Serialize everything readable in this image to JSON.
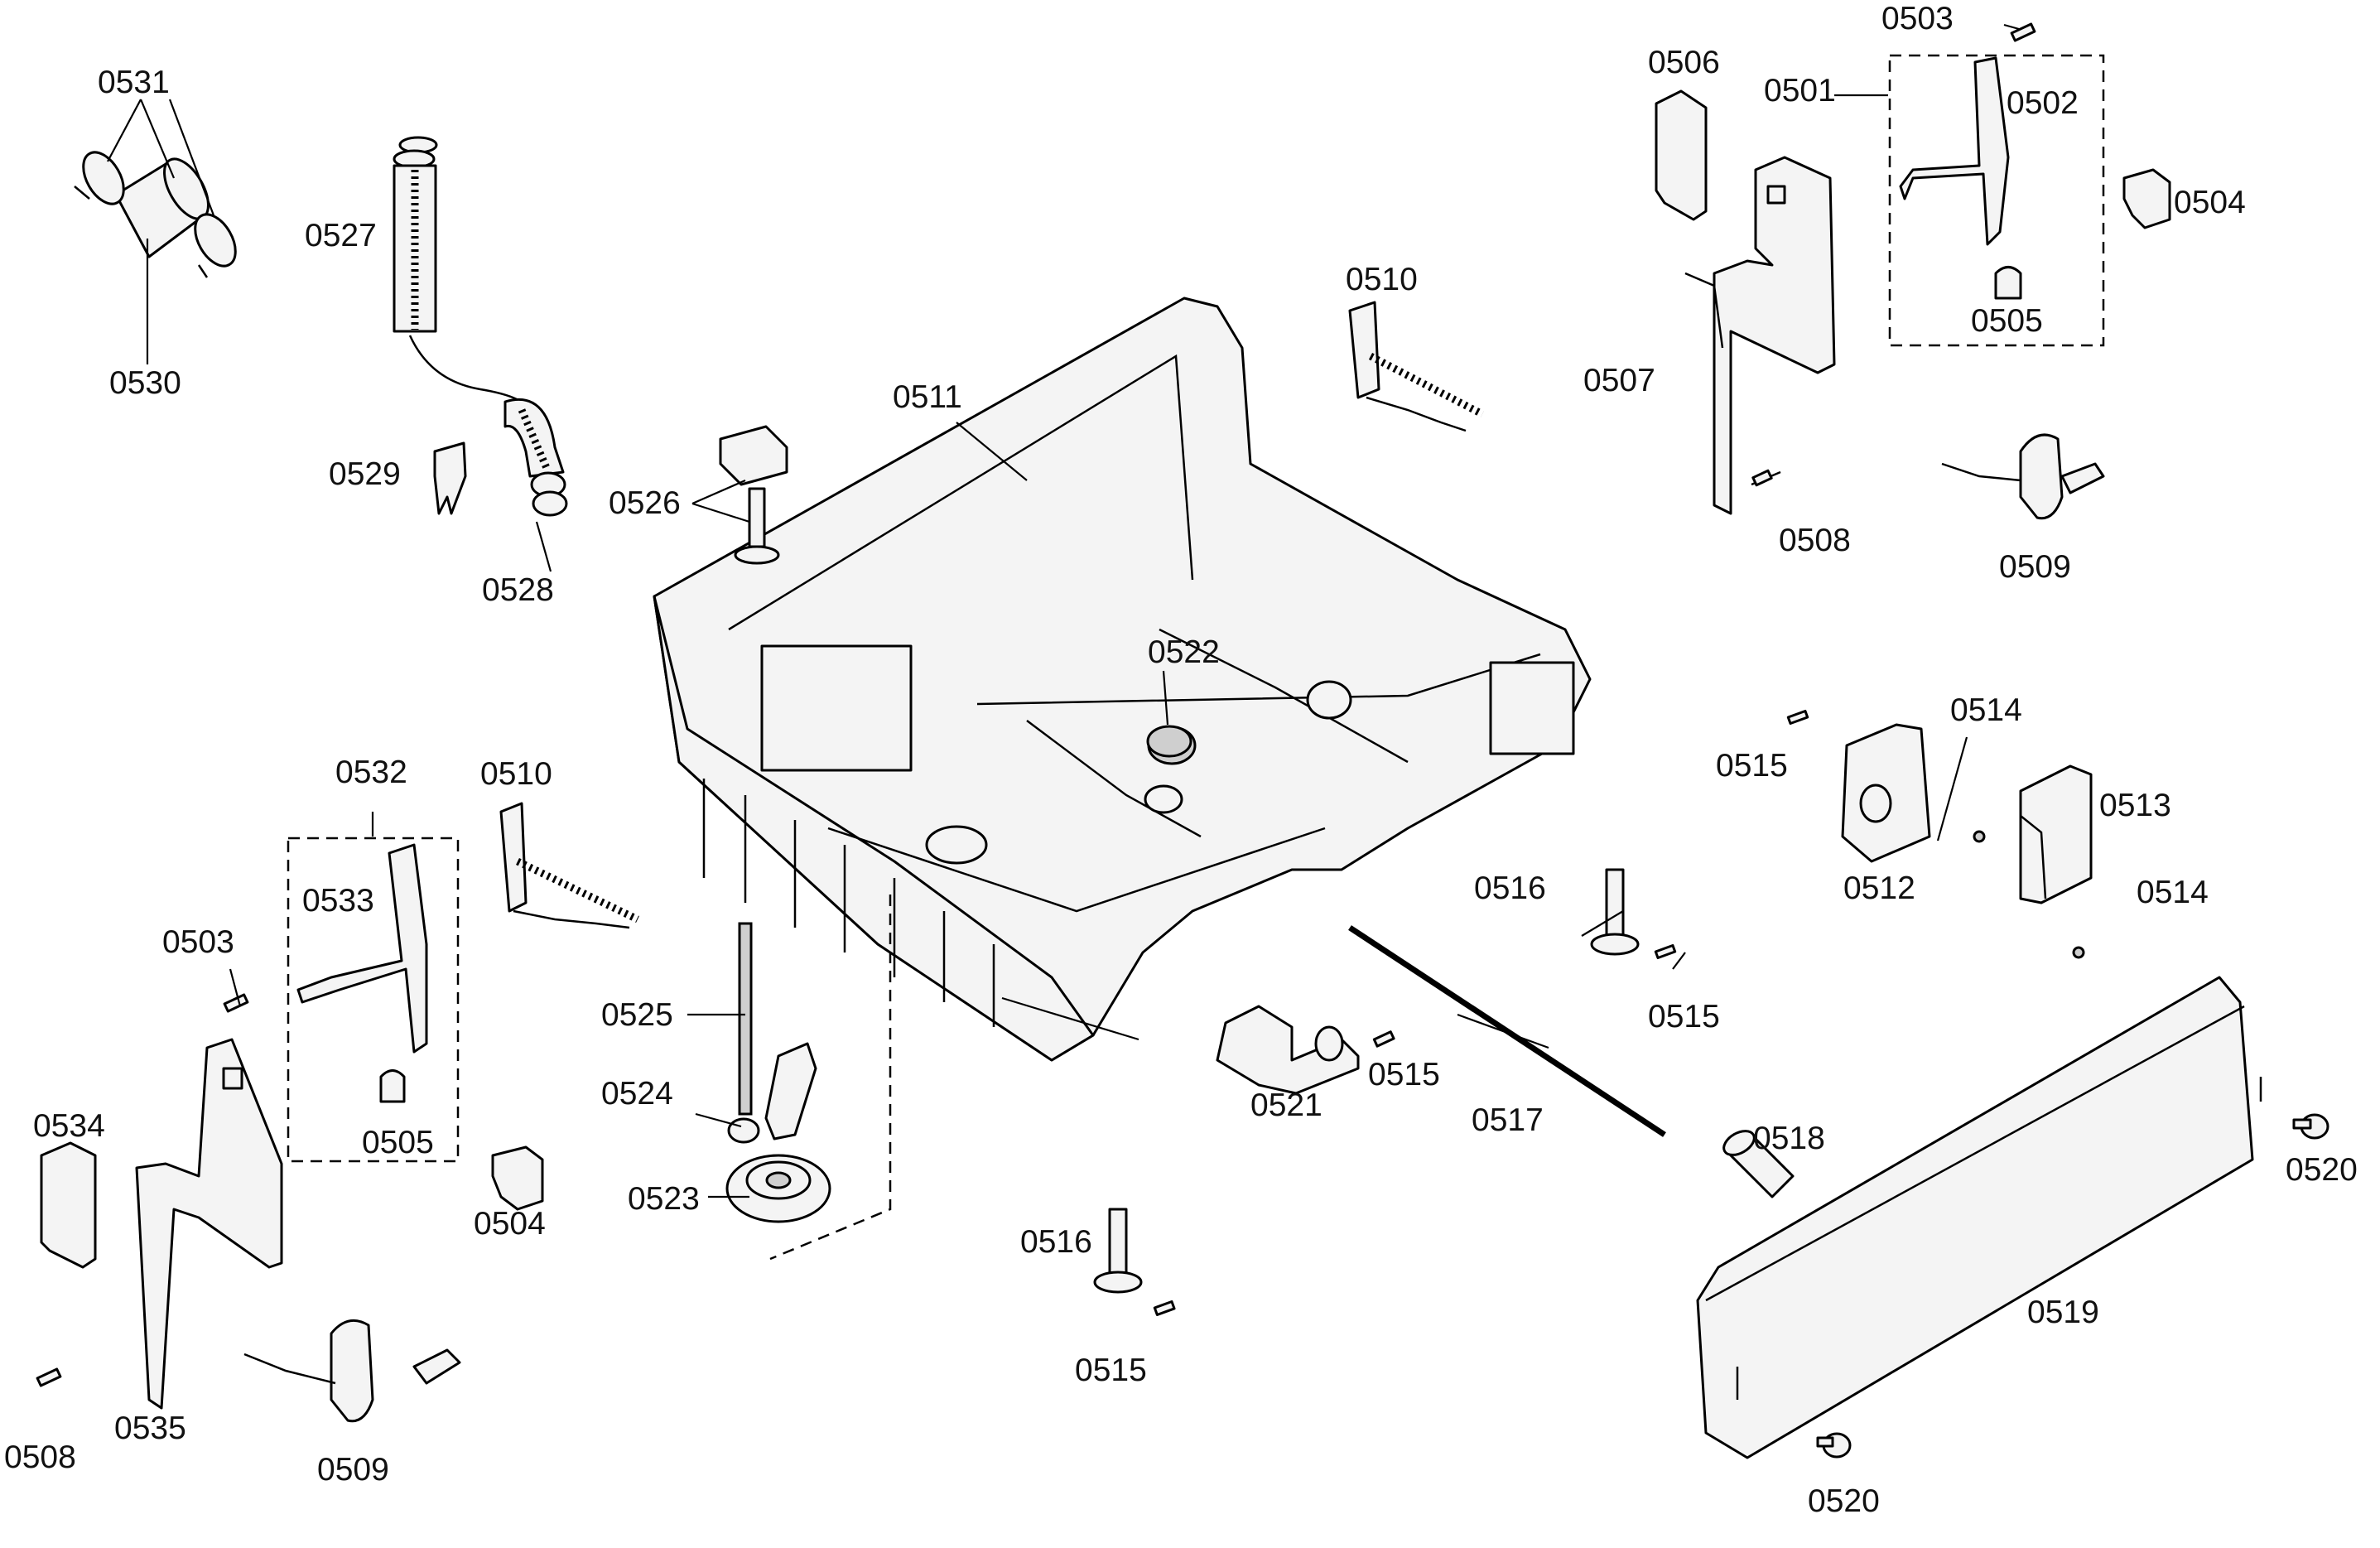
{
  "diagram": {
    "labels": {
      "l0531": "0531",
      "l0530": "0530",
      "l0527": "0527",
      "l0529": "0529",
      "l0528": "0528",
      "l0526": "0526",
      "l0511": "0511",
      "l0510a": "0510",
      "l0510b": "0510",
      "l0522": "0522",
      "l0506": "0506",
      "l0501": "0501",
      "l0503a": "0503",
      "l0502": "0502",
      "l0504a": "0504",
      "l0505a": "0505",
      "l0507": "0507",
      "l0508a": "0508",
      "l0509a": "0509",
      "l0515a": "0515",
      "l0514a": "0514",
      "l0513": "0513",
      "l0512": "0512",
      "l0514b": "0514",
      "l0516a": "0516",
      "l0515b": "0515",
      "l0532": "0532",
      "l0533": "0533",
      "l0503b": "0503",
      "l0505b": "0505",
      "l0504b": "0504",
      "l0534": "0534",
      "l0535": "0535",
      "l0508b": "0508",
      "l0509b": "0509",
      "l0525": "0525",
      "l0524": "0524",
      "l0523": "0523",
      "l0521": "0521",
      "l0515c": "0515",
      "l0517": "0517",
      "l0518": "0518",
      "l0520a": "0520",
      "l0519": "0519",
      "l0520b": "0520",
      "l0516b": "0516",
      "l0515d": "0515"
    }
  }
}
